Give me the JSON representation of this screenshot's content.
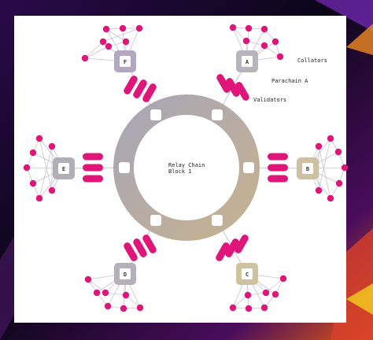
{
  "colors": {
    "background": "#0d0820",
    "panel": "#ffffff",
    "validator": "#e0157a",
    "collator": "#e0157a",
    "ring_from": "#a8a6b6",
    "ring_to": "#c6b291",
    "edge": "#c9c3cf"
  },
  "relay_chain": {
    "line1": "Relay Chain",
    "line2": "Block 1"
  },
  "annotations": {
    "collators": "Collators",
    "parachain": "Parachain A",
    "validators": "Validators"
  },
  "parachains": [
    {
      "letter": "A",
      "color": "#b7b4bd"
    },
    {
      "letter": "B",
      "color": "#cdc0a3"
    },
    {
      "letter": "C",
      "color": "#cfc39f"
    },
    {
      "letter": "D",
      "color": "#b4b1bb"
    },
    {
      "letter": "E",
      "color": "#b0aeb7"
    },
    {
      "letter": "F",
      "color": "#b3a8c2"
    }
  ]
}
